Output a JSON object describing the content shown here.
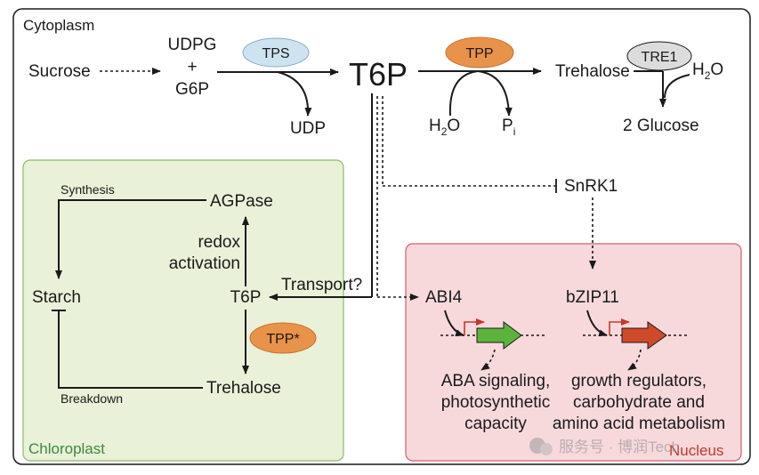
{
  "compartments": {
    "cytoplasm": "Cytoplasm",
    "chloroplast": "Chloroplast",
    "nucleus": "Nucleus"
  },
  "nodes": {
    "sucrose": "Sucrose",
    "udpg": "UDPG",
    "plus": "+",
    "g6p": "G6P",
    "t6p_main": "T6P",
    "udp": "UDP",
    "h2o_tpp_pre": "H",
    "h2o_tpp_sub": "2",
    "h2o_tpp_post": "O",
    "pi_pre": "P",
    "pi_sub": "i",
    "trehalose_top": "Trehalose",
    "h2o_tre_pre": "H",
    "h2o_tre_sub": "2",
    "h2o_tre_post": "O",
    "glucose": "2 Glucose",
    "snrk1": "SnRK1",
    "agpase": "AGPase",
    "redox": "redox",
    "activation": "activation",
    "t6p_chloro": "T6P",
    "starch": "Starch",
    "trehalose_chloro": "Trehalose",
    "synthesis": "Synthesis",
    "breakdown": "Breakdown",
    "transport": "Transport?",
    "abi4": "ABI4",
    "bzip11": "bZIP11",
    "aba_line1": "ABA signaling,",
    "aba_line2": "photosynthetic",
    "aba_line3": "capacity",
    "growth_line1": "growth regulators,",
    "growth_line2": "carbohydrate and",
    "growth_line3": "amino acid metabolism"
  },
  "enzymes": {
    "tps": "TPS",
    "tpp": "TPP",
    "tre1": "TRE1",
    "tpp_star": "TPP*"
  },
  "watermark": "服务号 · 博润Tech",
  "colors": {
    "tps_fill": "#cde3f0",
    "tpp_fill": "#e8924a",
    "tre1_fill": "#dcdcdc",
    "chloroplast_fill": "#e9f1d8",
    "chloroplast_stroke": "#8fba6a",
    "chloroplast_label": "#3d8a3d",
    "nucleus_fill": "#f7d9dc",
    "nucleus_stroke": "#d2616a",
    "nucleus_label": "#c0392b",
    "gene_green": "#5cb33c",
    "gene_red": "#cf4a2a"
  }
}
